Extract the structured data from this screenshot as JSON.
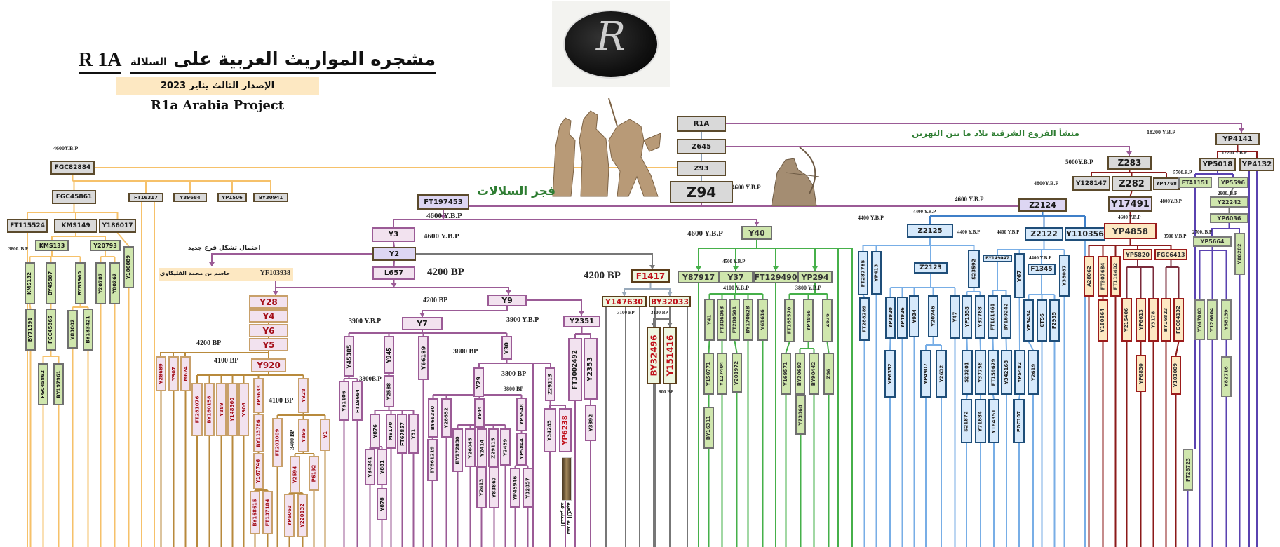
{
  "header": {
    "title_ar": "مشجره المواريث العربية على",
    "title_ar_small": "السلالة",
    "title_code": "R 1A",
    "edition": "الإصدار الثالث  يناير 2023",
    "subtitle": "R1a Arabia Project"
  },
  "logo": {
    "monogram": "R",
    "alt": "R monogram logo"
  },
  "captions": {
    "dawn_of_lineages": "فجر السلالات",
    "eastern_origin": "منشأ الفروع الشرقية بلاد ما بين النهرين",
    "new_branch_note": "احتمال تشكل فرع جديد",
    "tribe_name": "جاسم بن محمد القليكاوي",
    "tribe_code": "YF103938",
    "pillar_caption": "سدنة الكعبة المشرفة"
  },
  "dates": [
    {
      "id": "d1",
      "text": "4600Y.B.P"
    },
    {
      "id": "d2",
      "text": "3800. B.P"
    },
    {
      "id": "d3",
      "text": "4600 Y.B.P"
    },
    {
      "id": "d4",
      "text": "4600 Y.B.P"
    },
    {
      "id": "d5",
      "text": "4200 BP"
    },
    {
      "id": "d6",
      "text": "4200 BP"
    },
    {
      "id": "d7",
      "text": "4200 BP"
    },
    {
      "id": "d8",
      "text": "4100 BP"
    },
    {
      "id": "d9",
      "text": "4100 BP"
    },
    {
      "id": "d10",
      "text": "3400 BP"
    },
    {
      "id": "d11",
      "text": "3900 Y.B.P"
    },
    {
      "id": "d12",
      "text": "3900 Y.B.P"
    },
    {
      "id": "d13",
      "text": "3800B.P"
    },
    {
      "id": "d14",
      "text": "3800 BP"
    },
    {
      "id": "d15",
      "text": "3800 BP"
    },
    {
      "id": "d16",
      "text": "3800 BP"
    },
    {
      "id": "d17",
      "text": "4200 BP"
    },
    {
      "id": "d18",
      "text": "3100  BP"
    },
    {
      "id": "d19",
      "text": "3100  BP"
    },
    {
      "id": "d20",
      "text": "800  BP"
    },
    {
      "id": "d21",
      "text": "4600 Y.B.P"
    },
    {
      "id": "d22",
      "text": "4600 Y.B.P"
    },
    {
      "id": "d23",
      "text": "4500    Y.B.P"
    },
    {
      "id": "d24",
      "text": "4100 Y.B.P"
    },
    {
      "id": "d25",
      "text": "3800  Y.B.P"
    },
    {
      "id": "d26",
      "text": "4600 Y.B.P"
    },
    {
      "id": "d27",
      "text": "4400 Y.B.P"
    },
    {
      "id": "d28",
      "text": "4400 Y.B.P"
    },
    {
      "id": "d29",
      "text": "4400 Y.B.P"
    },
    {
      "id": "d30",
      "text": "4400 Y.B.P"
    },
    {
      "id": "d31",
      "text": "4400 Y.B.P"
    },
    {
      "id": "d32",
      "text": "5000Y.B.P"
    },
    {
      "id": "d33",
      "text": "4800Y.B.P"
    },
    {
      "id": "d34",
      "text": "18200 Y.B.P"
    },
    {
      "id": "d35",
      "text": "12200 Y.B.P"
    },
    {
      "id": "d36",
      "text": "5700.B.P"
    },
    {
      "id": "d37",
      "text": "2900. B.P"
    },
    {
      "id": "d38",
      "text": "4800Y.B.P"
    },
    {
      "id": "d39",
      "text": "4600 Y.B.P"
    },
    {
      "id": "d40",
      "text": "3500 Y.B.P"
    },
    {
      "id": "d41",
      "text": "2700. B.P"
    }
  ],
  "nodes": [
    {
      "id": "R1A",
      "label": "R1A"
    },
    {
      "id": "Z645",
      "label": "Z645"
    },
    {
      "id": "Z93",
      "label": "Z93"
    },
    {
      "id": "Z94",
      "label": "Z94"
    },
    {
      "id": "FGC82884",
      "label": "FGC82884"
    },
    {
      "id": "FGC45861",
      "label": "FGC45861"
    },
    {
      "id": "FT16317",
      "label": "FT16317"
    },
    {
      "id": "Y39684",
      "label": "Y39684"
    },
    {
      "id": "YP1506",
      "label": "YP1506"
    },
    {
      "id": "BY30941",
      "label": "BY30941"
    },
    {
      "id": "FT115524",
      "label": "FT115524"
    },
    {
      "id": "KMS149",
      "label": "KMS149"
    },
    {
      "id": "Y186017",
      "label": "Y186017"
    },
    {
      "id": "KMS133",
      "label": "KMS133"
    },
    {
      "id": "Y20793",
      "label": "Y20793"
    },
    {
      "id": "Y186889",
      "label": "Y186889"
    },
    {
      "id": "KMS132",
      "label": "KMS132"
    },
    {
      "id": "BY45887",
      "label": "BY45887"
    },
    {
      "id": "BY85960",
      "label": "BY85960"
    },
    {
      "id": "Y20787",
      "label": "Y20787"
    },
    {
      "id": "Y80262",
      "label": "Y80262"
    },
    {
      "id": "BY71591",
      "label": "BY71591"
    },
    {
      "id": "FGC45865",
      "label": "FGC45865"
    },
    {
      "id": "Y83002",
      "label": "Y83002"
    },
    {
      "id": "BY183421",
      "label": "BY183421"
    },
    {
      "id": "FGC45862",
      "label": "FGC45862"
    },
    {
      "id": "BY197961",
      "label": "BY197961"
    },
    {
      "id": "FT197453",
      "label": "FT197453"
    },
    {
      "id": "Y3",
      "label": "Y3"
    },
    {
      "id": "Y2",
      "label": "Y2"
    },
    {
      "id": "L657",
      "label": "L657"
    },
    {
      "id": "Y28",
      "label": "Y28"
    },
    {
      "id": "Y4",
      "label": "Y4"
    },
    {
      "id": "Y6",
      "label": "Y6"
    },
    {
      "id": "Y5",
      "label": "Y5"
    },
    {
      "id": "Y920",
      "label": "Y920"
    },
    {
      "id": "Y28689",
      "label": "Y28689"
    },
    {
      "id": "Y907",
      "label": "Y907"
    },
    {
      "id": "M624",
      "label": "M624"
    },
    {
      "id": "FT281076",
      "label": "FT281076"
    },
    {
      "id": "BY160158",
      "label": "BY160158"
    },
    {
      "id": "Y889",
      "label": "Y889"
    },
    {
      "id": "Y148360",
      "label": "Y148360"
    },
    {
      "id": "Y906",
      "label": "Y906"
    },
    {
      "id": "YP5633",
      "label": "YP5633"
    },
    {
      "id": "BY113786",
      "label": "BY113786"
    },
    {
      "id": "Y167746",
      "label": "Y167746"
    },
    {
      "id": "BY168615",
      "label": "BY168615"
    },
    {
      "id": "FT137184",
      "label": "FT137184"
    },
    {
      "id": "Y928",
      "label": "Y928"
    },
    {
      "id": "FT201009",
      "label": "FT201009"
    },
    {
      "id": "Y895",
      "label": "Y895"
    },
    {
      "id": "Y1",
      "label": "Y1"
    },
    {
      "id": "Y2594",
      "label": "Y2594"
    },
    {
      "id": "P6192",
      "label": "P6192"
    },
    {
      "id": "YP6063",
      "label": "YP6063"
    },
    {
      "id": "Y220132",
      "label": "Y220132"
    },
    {
      "id": "Y9",
      "label": "Y9"
    },
    {
      "id": "Y7",
      "label": "Y7"
    },
    {
      "id": "Y2351",
      "label": "Y2351"
    },
    {
      "id": "Y45385",
      "label": "Y45385"
    },
    {
      "id": "Y945",
      "label": "Y945"
    },
    {
      "id": "Y66189",
      "label": "Y66189"
    },
    {
      "id": "Y30",
      "label": "Y30"
    },
    {
      "id": "Y51106",
      "label": "Y51106"
    },
    {
      "id": "FT19664",
      "label": "FT19664"
    },
    {
      "id": "Y2588",
      "label": "Y2588"
    },
    {
      "id": "Y876",
      "label": "Y876"
    },
    {
      "id": "M9170",
      "label": "M9170"
    },
    {
      "id": "FT67857",
      "label": "FT67857"
    },
    {
      "id": "Y31",
      "label": "Y31"
    },
    {
      "id": "Y34241",
      "label": "Y34241"
    },
    {
      "id": "Y881",
      "label": "Y881"
    },
    {
      "id": "Y878",
      "label": "Y878"
    },
    {
      "id": "Y29",
      "label": "Y29"
    },
    {
      "id": "BY66390",
      "label": "BY66390"
    },
    {
      "id": "Y28652",
      "label": "Y28652"
    },
    {
      "id": "BY661219",
      "label": "BY661219"
    },
    {
      "id": "Y944",
      "label": "Y944"
    },
    {
      "id": "BY172830",
      "label": "BY172830"
    },
    {
      "id": "Y26045",
      "label": "Y26045"
    },
    {
      "id": "Y2414",
      "label": "Y2414"
    },
    {
      "id": "Z29115",
      "label": "Z29115"
    },
    {
      "id": "Y2439",
      "label": "Y2439"
    },
    {
      "id": "Y2413",
      "label": "Y2413"
    },
    {
      "id": "Y83867",
      "label": "Y83867"
    },
    {
      "id": "YP5548",
      "label": "YP5548"
    },
    {
      "id": "YP5844",
      "label": "YP5844"
    },
    {
      "id": "YP45946",
      "label": "YP45946"
    },
    {
      "id": "Y32857",
      "label": "Y32857"
    },
    {
      "id": "Z29113",
      "label": "Z29113"
    },
    {
      "id": "Y34285",
      "label": "Y34285"
    },
    {
      "id": "YP6238",
      "label": "YP6238"
    },
    {
      "id": "FT3002492",
      "label": "FT3002492"
    },
    {
      "id": "Y2353",
      "label": "Y2353"
    },
    {
      "id": "Y3392",
      "label": "Y3392"
    },
    {
      "id": "F1417",
      "label": "F1417"
    },
    {
      "id": "Y147630",
      "label": "Y147630"
    },
    {
      "id": "BY32033",
      "label": "BY32033"
    },
    {
      "id": "BY32496",
      "label": "BY32496"
    },
    {
      "id": "Y151416",
      "label": "Y151416"
    },
    {
      "id": "Y40",
      "label": "Y40"
    },
    {
      "id": "Y87917",
      "label": "Y87917"
    },
    {
      "id": "Y37",
      "label": "Y37"
    },
    {
      "id": "FT129490",
      "label": "FT129490"
    },
    {
      "id": "YP294",
      "label": "YP294"
    },
    {
      "id": "Y41",
      "label": "Y41"
    },
    {
      "id": "FT306063",
      "label": "FT306063"
    },
    {
      "id": "FT280501",
      "label": "FT280501"
    },
    {
      "id": "BY170628",
      "label": "BY170628"
    },
    {
      "id": "Y61616",
      "label": "Y61616"
    },
    {
      "id": "Y150771",
      "label": "Y150771"
    },
    {
      "id": "Y127404",
      "label": "Y127404"
    },
    {
      "id": "Y201972",
      "label": "Y201972"
    },
    {
      "id": "BY16311",
      "label": "BY16311"
    },
    {
      "id": "FT165570",
      "label": "FT165570"
    },
    {
      "id": "YP4866",
      "label": "YP4866"
    },
    {
      "id": "Z676",
      "label": "Z676"
    },
    {
      "id": "Y169571",
      "label": "Y169571"
    },
    {
      "id": "BY30693",
      "label": "BY30693"
    },
    {
      "id": "BY90442",
      "label": "BY90442"
    },
    {
      "id": "Z96",
      "label": "Z96"
    },
    {
      "id": "Y73868",
      "label": "Y73868"
    },
    {
      "id": "Z2124",
      "label": "Z2124"
    },
    {
      "id": "Z2125",
      "label": "Z2125"
    },
    {
      "id": "Z2122",
      "label": "Z2122"
    },
    {
      "id": "Y110356",
      "label": "Y110356"
    },
    {
      "id": "FT287785",
      "label": "FT287785"
    },
    {
      "id": "YP413",
      "label": "YP413"
    },
    {
      "id": "FT288289",
      "label": "FT288289"
    },
    {
      "id": "Z2123",
      "label": "Z2123"
    },
    {
      "id": "S23592",
      "label": "S23592"
    },
    {
      "id": "BY149047",
      "label": "BY149047"
    },
    {
      "id": "Y67",
      "label": "Y67"
    },
    {
      "id": "F1345",
      "label": "F1345"
    },
    {
      "id": "Y38087",
      "label": "Y38087"
    },
    {
      "id": "YP3920",
      "label": "YP3920"
    },
    {
      "id": "YP4926",
      "label": "YP4926"
    },
    {
      "id": "Y934",
      "label": "Y934"
    },
    {
      "id": "Y20746",
      "label": "Y20746"
    },
    {
      "id": "Y47",
      "label": "Y47"
    },
    {
      "id": "YP1558",
      "label": "YP1558"
    },
    {
      "id": "Y37768",
      "label": "Y37768"
    },
    {
      "id": "FT161461",
      "label": "FT161461"
    },
    {
      "id": "BY160242",
      "label": "BY160242"
    },
    {
      "id": "YP5484",
      "label": "YP5484"
    },
    {
      "id": "CTS6",
      "label": "CTS6"
    },
    {
      "id": "F2935",
      "label": "F2935"
    },
    {
      "id": "YP6352",
      "label": "YP6352"
    },
    {
      "id": "YP4907",
      "label": "YP4907"
    },
    {
      "id": "Y2632",
      "label": "Y2632"
    },
    {
      "id": "S23201",
      "label": "S23201"
    },
    {
      "id": "Y37758",
      "label": "Y37758"
    },
    {
      "id": "FT159679",
      "label": "FT159679"
    },
    {
      "id": "Y342168",
      "label": "Y342168"
    },
    {
      "id": "YP5482",
      "label": "YP5482"
    },
    {
      "id": "Y2619",
      "label": "Y2619"
    },
    {
      "id": "S21872",
      "label": "S21872"
    },
    {
      "id": "Y71684",
      "label": "Y71684"
    },
    {
      "id": "Y184351",
      "label": "Y184351"
    },
    {
      "id": "FGC107",
      "label": "FGC107"
    },
    {
      "id": "Z283",
      "label": "Z283"
    },
    {
      "id": "Y128147",
      "label": "Y128147"
    },
    {
      "id": "Z282",
      "label": "Z282"
    },
    {
      "id": "YP4768",
      "label": "YP4768"
    },
    {
      "id": "Y17491",
      "label": "Y17491"
    },
    {
      "id": "YP4858",
      "label": "YP4858"
    },
    {
      "id": "A28062",
      "label": "A28062"
    },
    {
      "id": "FT307684",
      "label": "FT307684"
    },
    {
      "id": "FT114402",
      "label": "FT114402"
    },
    {
      "id": "YP5820",
      "label": "YP5820"
    },
    {
      "id": "FGC6413",
      "label": "FGC6413"
    },
    {
      "id": "Y180864",
      "label": "Y180864"
    },
    {
      "id": "Y215406",
      "label": "Y215406"
    },
    {
      "id": "YP6613",
      "label": "YP6613"
    },
    {
      "id": "Y3178",
      "label": "Y3178"
    },
    {
      "id": "BY16823",
      "label": "BY16823"
    },
    {
      "id": "FGC64132",
      "label": "FGC64132"
    },
    {
      "id": "YP6830",
      "label": "YP6830"
    },
    {
      "id": "Y101009",
      "label": "Y101009"
    },
    {
      "id": "YP4141",
      "label": "YP4141"
    },
    {
      "id": "YP5018",
      "label": "YP5018"
    },
    {
      "id": "YP4132",
      "label": "YP4132"
    },
    {
      "id": "FTA1151",
      "label": "FTA1151"
    },
    {
      "id": "YP5596",
      "label": "YP5596"
    },
    {
      "id": "Y22242",
      "label": "Y22242"
    },
    {
      "id": "YP6036",
      "label": "YP6036"
    },
    {
      "id": "YP5664",
      "label": "YP5664"
    },
    {
      "id": "Y80282",
      "label": "Y80282"
    },
    {
      "id": "YY47003",
      "label": "YY47003"
    },
    {
      "id": "Y126604",
      "label": "Y126604"
    },
    {
      "id": "Y58139",
      "label": "Y58139"
    },
    {
      "id": "Y82716",
      "label": "Y82716"
    },
    {
      "id": "FT28723",
      "label": "FT28723"
    }
  ]
}
